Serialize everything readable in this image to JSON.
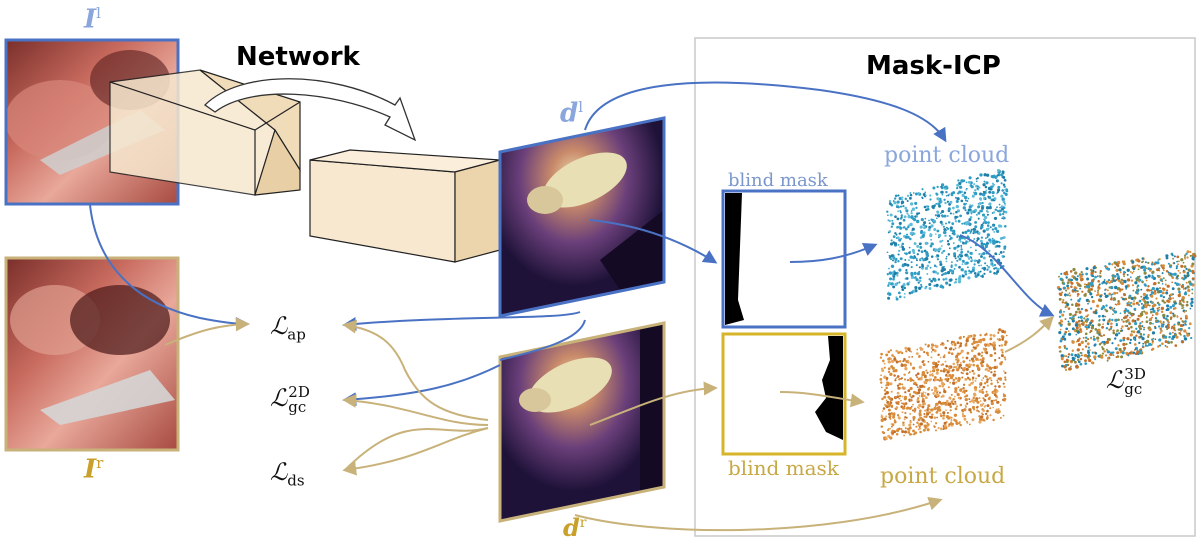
{
  "title_network": "Network",
  "title_mask_icp": "Mask-ICP",
  "image_left": {
    "symbol": "I",
    "superscript": "l"
  },
  "image_right": {
    "symbol": "I",
    "superscript": "r"
  },
  "depth_left": {
    "symbol": "d",
    "superscript": "l"
  },
  "depth_right": {
    "symbol": "d",
    "superscript": "r"
  },
  "losses": {
    "ap": {
      "symbol": "ℒ",
      "subscript": "ap"
    },
    "gc2d": {
      "symbol": "ℒ",
      "subscript": "gc",
      "superscript": "2D"
    },
    "ds": {
      "symbol": "ℒ",
      "subscript": "ds"
    },
    "gc3d": {
      "symbol": "ℒ",
      "subscript": "gc",
      "superscript": "3D"
    }
  },
  "blind_mask_top": "blind mask",
  "blind_mask_bottom": "blind mask",
  "point_cloud_top": "point cloud",
  "point_cloud_bottom": "point cloud",
  "colors": {
    "left_blue": "#4a72c4",
    "right_gold": "#c8b27a",
    "mask_top_border": "#4a72c4",
    "mask_bottom_border": "#d7b52a",
    "cloud_blue": "#2f9cc4",
    "cloud_orange": "#d98c3a",
    "network_fill": "#f7e8cf"
  }
}
